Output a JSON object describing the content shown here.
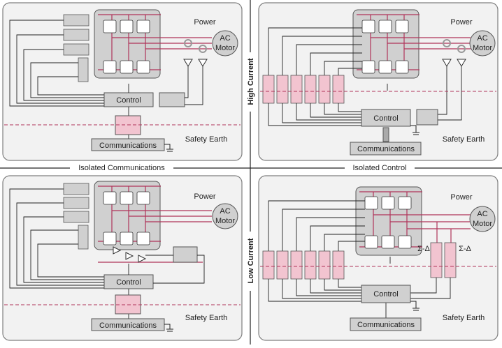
{
  "labels": {
    "power": "Power",
    "ac": "AC",
    "motor": "Motor",
    "control": "Control",
    "communications": "Communications",
    "safety_earth": "Safety Earth",
    "isolated_communications": "Isolated Communications",
    "isolated_control": "Isolated Control",
    "high_current": "High Current",
    "low_current": "Low Current",
    "sigma_delta": "Σ-Δ"
  },
  "colors": {
    "panel_fill": "#f2f2f2",
    "panel_border": "#7f7f7f",
    "power_block": "#d0d0d0",
    "bus_line": "#b0345a",
    "wire": "#222222",
    "isolator_fill": "#f2c4d0",
    "safety_dash": "#b0345a"
  }
}
